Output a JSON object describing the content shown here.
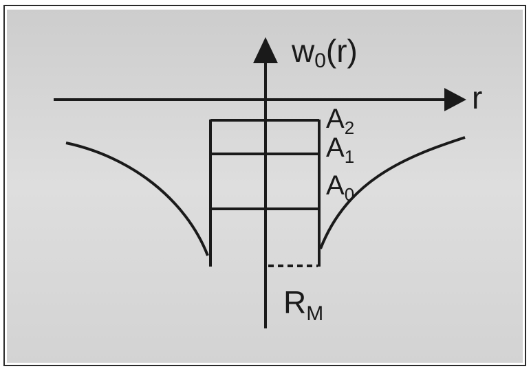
{
  "diagram": {
    "vertical_axis_label": "w",
    "vertical_axis_label_sub": "0",
    "vertical_axis_label_arg": "(r)",
    "horizontal_axis_label": "r",
    "levels": [
      {
        "main": "A",
        "sub": "2"
      },
      {
        "main": "A",
        "sub": "1"
      },
      {
        "main": "A",
        "sub": "0"
      }
    ],
    "radius_label": "R",
    "radius_label_sub": "M"
  },
  "colors": {
    "background_panel": "#d9d9d9",
    "ink": "#1a1a1a"
  }
}
